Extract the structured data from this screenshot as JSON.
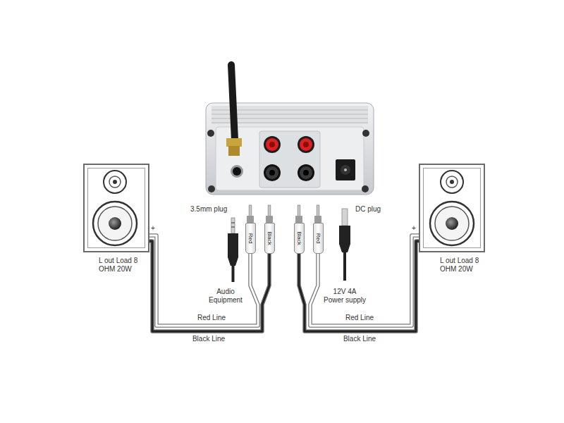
{
  "diagram": {
    "nodes": [
      {
        "text": [
          "L out Load 8 OHM 20W"
        ]
      },
      {
        "text": [
          "Red"
        ]
      },
      {
        "text": [
          "Black"
        ]
      },
      {
        "text": [
          "Black"
        ]
      },
      {
        "text": [
          "Red"
        ]
      },
      {
        "text": [
          "L out Load 8 OHM 20W"
        ]
      }
    ],
    "edges": [
      {
        "from": 0,
        "to": 1,
        "arrow": "none",
        "label": "Red Line"
      },
      {
        "from": 0,
        "to": 2,
        "arrow": "none",
        "label": "Black Line"
      },
      {
        "from": 5,
        "to": 4,
        "arrow": "none",
        "label": "Red Line"
      },
      {
        "from": 5,
        "to": 3,
        "arrow": "none",
        "label": "Black Line"
      }
    ],
    "labels": [
      "3.5mm plug",
      "DC plug",
      "+",
      "+",
      "Audio Equipment",
      "12V 4A Power supply"
    ]
  }
}
